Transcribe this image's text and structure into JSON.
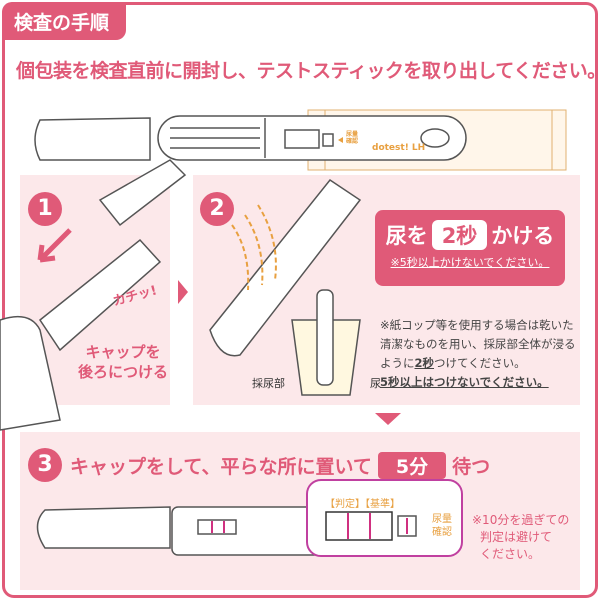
{
  "title": "検査の手順",
  "subtitle": "個包装を検査直前に開封し、テストスティックを取り出してください。",
  "product": {
    "brand": "dotest!",
    "type": "LH",
    "window_labels": [
      "判定",
      "基準"
    ],
    "check_label": "尿量確認",
    "tip_label": "採尿部"
  },
  "step1": {
    "number": "1",
    "click_sound": "カチッ!",
    "instruction_line1": "キャップを",
    "instruction_line2": "後ろにつける"
  },
  "step2": {
    "number": "2",
    "headline_prefix": "尿を",
    "headline_value": "2秒",
    "headline_suffix": "かける",
    "warning": "※5秒以上かけないでください。",
    "cup_note_line1": "※紙コップ等を使用する場合は乾いた",
    "cup_note_line2": "清潔なものを用い、採尿部全体が浸る",
    "cup_note_line3_prefix": "ように",
    "cup_note_line3_value": "2秒",
    "cup_note_line3_suffix": "つけてください。",
    "cup_note_line4": "5秒以上はつけないでください。",
    "label_tip": "採尿部",
    "label_urine": "尿"
  },
  "step3": {
    "number": "3",
    "instruction_prefix": "キャップをして、平らな所に置いて",
    "wait_value": "5分",
    "instruction_suffix": "待つ",
    "window_label_judge": "【判定】",
    "window_label_ref": "【基準】",
    "check_label_line1": "尿量",
    "check_label_line2": "確認",
    "note_line1": "※10分を過ぎての",
    "note_line2": "判定は避けて",
    "note_line3": "ください。"
  },
  "colors": {
    "accent": "#e05a78",
    "panel": "#fce8ea",
    "orange": "#e8a040"
  }
}
